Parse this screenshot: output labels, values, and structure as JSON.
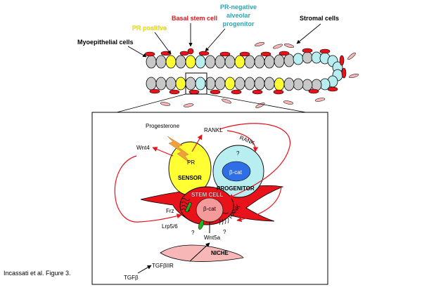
{
  "colors": {
    "red": "#e8121b",
    "yellow": "#ffff33",
    "cyan": "#b9eef0",
    "teal_text": "#2aa7b0",
    "gray": "#c8c8c8",
    "progenitor_core": "#2f6fe6",
    "stem_inner": "#f49a9a",
    "niche": "#f7b7b7",
    "green": "#1fb31f",
    "orange": "#f0a03c",
    "dark_red": "#c61920"
  },
  "top_labels": {
    "basal_stem": "Basal stem cell",
    "pr_positive": "PR positive",
    "pr_negative": [
      "PR-negative",
      "alveolar",
      "progenitor"
    ],
    "stromal": "Stromal cells",
    "myoepithelial": "Myoepithelial cells"
  },
  "inset": {
    "progesterone": "Progesterone",
    "rankl": "RANKL",
    "rank_top": "RANK",
    "wnt4": "Wnt4",
    "pr": "PR",
    "sensor": "SENSOR",
    "beta_cat_progenitor": "β-cat",
    "progenitor": "PROGENITOR",
    "question_top": "?",
    "stem_cell": "STEM CELL",
    "beta_cat_stem": "β-cat",
    "frz": "Frz",
    "lrp": "Lrp5/6",
    "rank_stem": "RANK",
    "question_left": "?",
    "question_right": "?",
    "wnt5a": "Wnt5a",
    "niche": "NICHE",
    "tgfb_receptor": "TGFβIIR",
    "tgfb": "TGFβ"
  },
  "caption": "Incassati et al. Figure 3."
}
